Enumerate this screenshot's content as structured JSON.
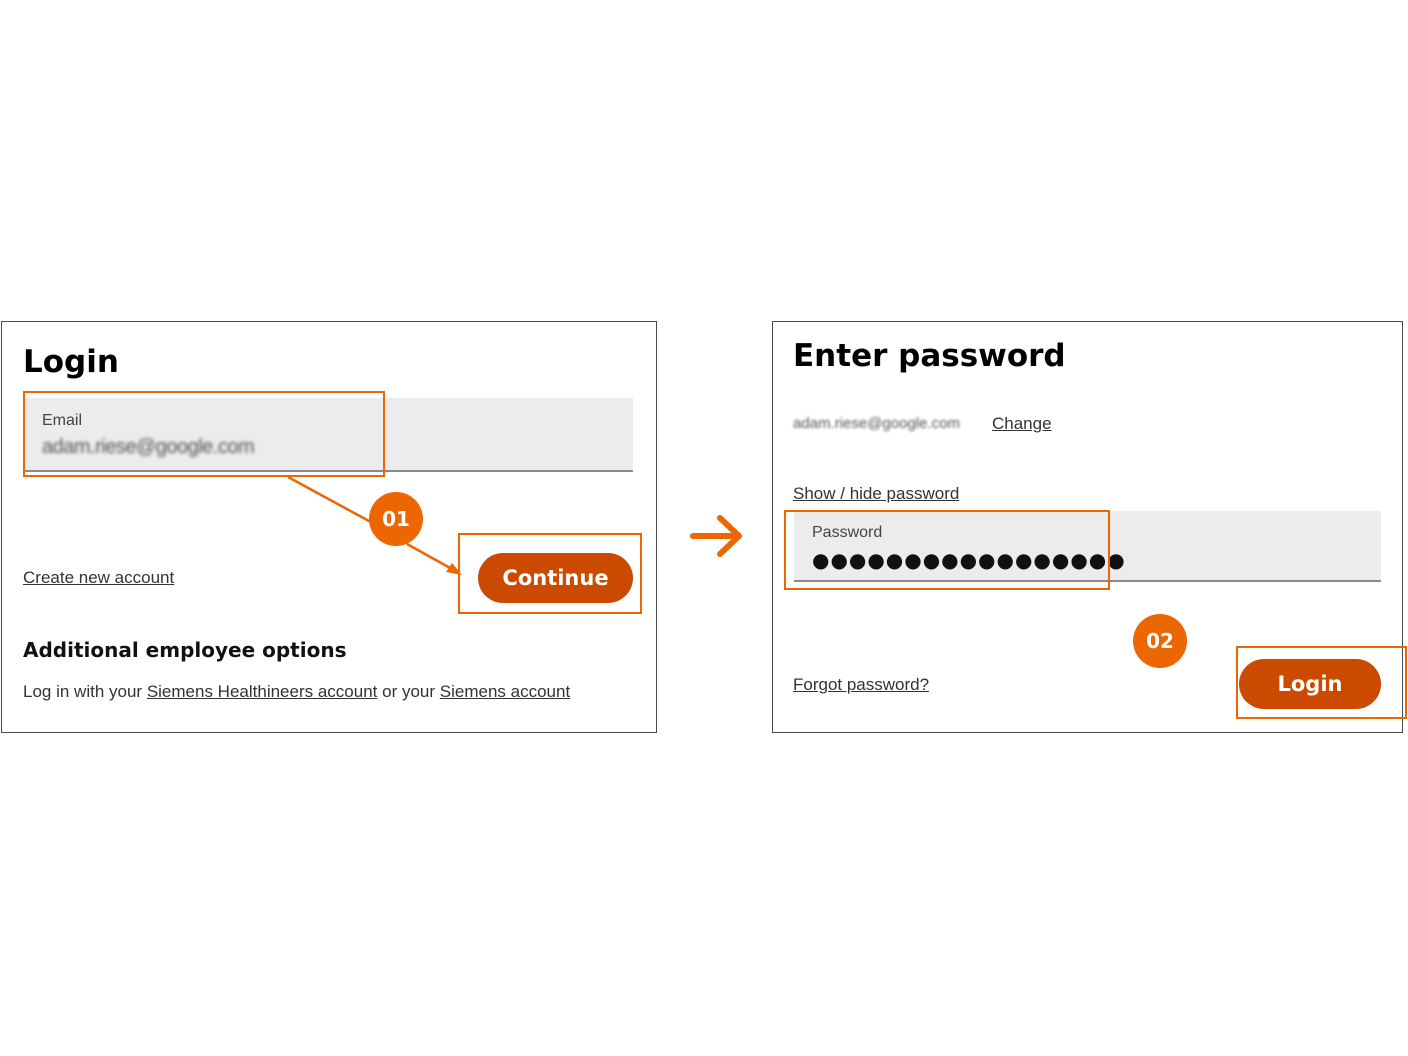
{
  "colors": {
    "accent": "#ec6602",
    "button": "#cc4a00"
  },
  "step1": {
    "title": "Login",
    "email_label": "Email",
    "email_value": "adam.riese@google.com",
    "create_account_link": "Create new account",
    "continue_button": "Continue",
    "badge": "01",
    "additional_heading": "Additional employee options",
    "login_with_prefix": "Log in with your",
    "healthineers_link": "Siemens Healthineers account",
    "or_your": "or your",
    "siemens_link": "Siemens account"
  },
  "transition_icon": "arrow-right-icon",
  "step2": {
    "title": "Enter password",
    "email_value": "adam.riese@google.com",
    "change_link": "Change",
    "show_hide_link": "Show / hide password",
    "password_label": "Password",
    "password_dots": "●●●●●●●●●●●●●●●●●",
    "forgot_link": "Forgot password?",
    "login_button": "Login",
    "badge": "02"
  }
}
